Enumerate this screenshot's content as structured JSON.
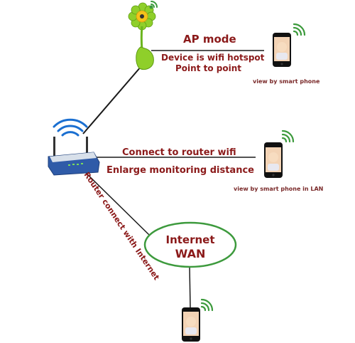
{
  "ap_section": {
    "title": "AP mode",
    "line1": "Device is wifi hotspot",
    "line2": "Point  to point",
    "caption": "view by smart phone"
  },
  "router_section": {
    "line1": "Connect to router wifi",
    "line2": "Enlarge  monitoring distance",
    "caption": "view by smart phone in LAN"
  },
  "internet_section": {
    "line1": "Internet",
    "line2": "WAN",
    "diagonal_label": "Router connect with Internet"
  },
  "colors": {
    "label_red": "#8b1a1a",
    "line": "#1a1a1a",
    "wifi_green": "#3c9a3c",
    "wifi_blue": "#1a6fd1",
    "ellipse_green": "#3d9a3d"
  },
  "icons": [
    "flower-camera-icon",
    "router-icon",
    "smartphone-icon",
    "wifi-signal-icon"
  ]
}
